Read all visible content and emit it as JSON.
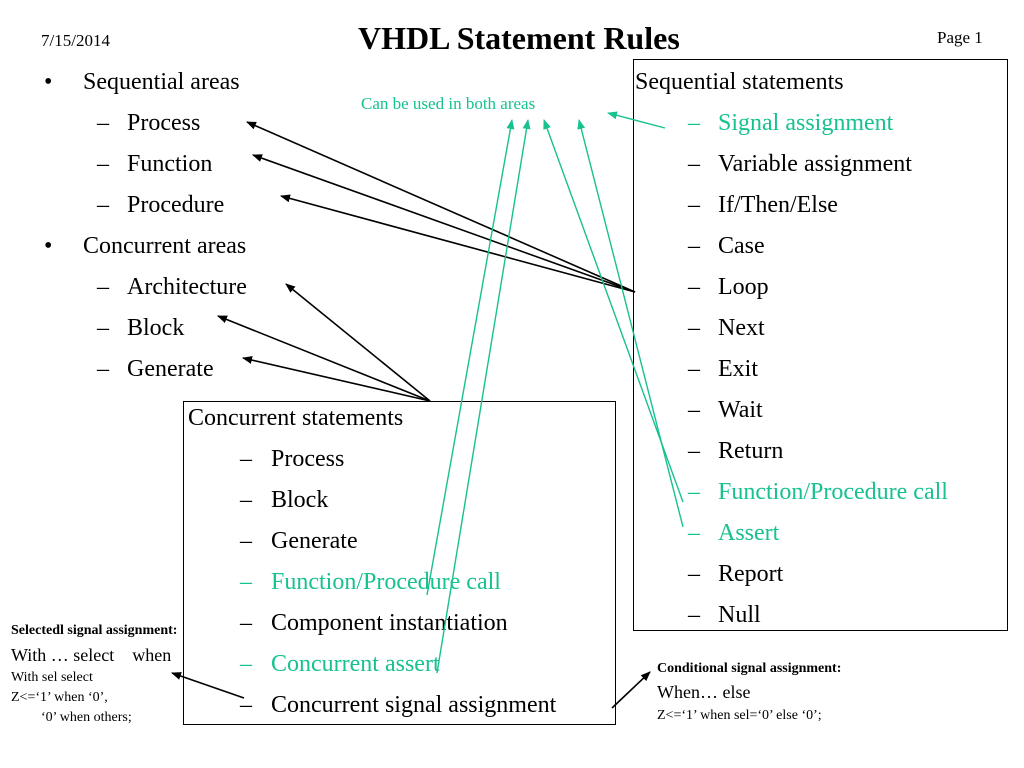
{
  "header": {
    "date": "7/15/2014",
    "title": "VHDL Statement Rules",
    "page": "Page 1"
  },
  "left_list": {
    "bullet": "•",
    "dash": "–",
    "sequential_areas": {
      "label": "Sequential areas",
      "items": [
        "Process",
        "Function",
        "Procedure"
      ]
    },
    "concurrent_areas": {
      "label": "Concurrent areas",
      "items": [
        "Architecture",
        "Block",
        "Generate"
      ]
    }
  },
  "both_areas_note": "Can be used in both areas",
  "sequential_box": {
    "title": "Sequential statements",
    "items": [
      {
        "text": "Signal assignment",
        "both": true
      },
      {
        "text": "Variable assignment",
        "both": false
      },
      {
        "text": "If/Then/Else",
        "both": false
      },
      {
        "text": "Case",
        "both": false
      },
      {
        "text": "Loop",
        "both": false
      },
      {
        "text": "Next",
        "both": false
      },
      {
        "text": "Exit",
        "both": false
      },
      {
        "text": "Wait",
        "both": false
      },
      {
        "text": "Return",
        "both": false
      },
      {
        "text": "Function/Procedure call",
        "both": true
      },
      {
        "text": "Assert",
        "both": true
      },
      {
        "text": "Report",
        "both": false
      },
      {
        "text": "Null",
        "both": false
      }
    ]
  },
  "concurrent_box": {
    "title": "Concurrent statements",
    "items": [
      {
        "text": "Process",
        "both": false
      },
      {
        "text": "Block",
        "both": false
      },
      {
        "text": "Generate",
        "both": false
      },
      {
        "text": "Function/Procedure call",
        "both": true
      },
      {
        "text": "Component instantiation",
        "both": false
      },
      {
        "text": "Concurrent assert",
        "both": true
      },
      {
        "text": "Concurrent signal assignment",
        "both": false
      }
    ]
  },
  "selected_note": {
    "heading": "Selectedl signal assignment:",
    "line1": "With … select    when",
    "line2": "With sel select",
    "line3": "Z<=‘1’ when ‘0’,",
    "line4": "‘0’ when others;"
  },
  "conditional_note": {
    "heading": "Conditional signal assignment:",
    "line1": "When… else",
    "line2": "Z<=‘1’ when sel=‘0’ else ‘0’;"
  },
  "colors": {
    "highlight": "#17c190",
    "text": "#000000",
    "arrow": "#000000"
  }
}
